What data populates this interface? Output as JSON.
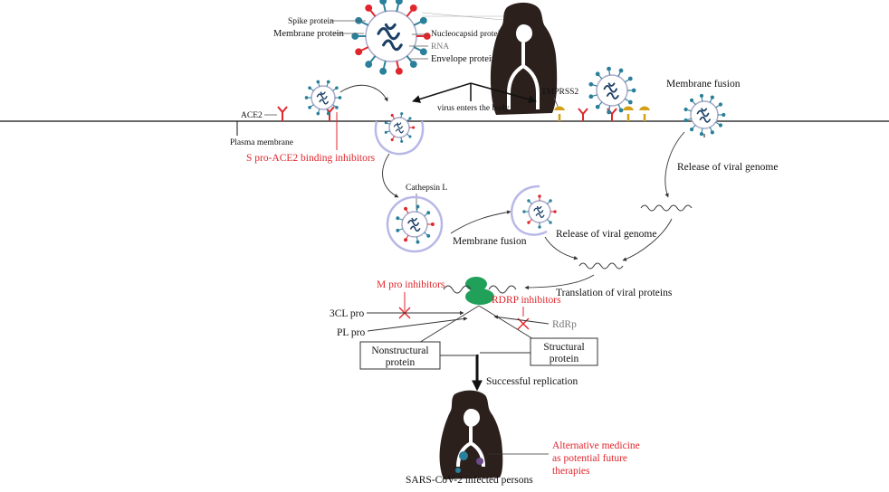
{
  "virion_labels": {
    "spike": "Spike protein",
    "membrane": "Membrane protein",
    "nucleocapsid": "Nucleocapsid protein",
    "rna": "RNA",
    "envelope": "Envelope protein"
  },
  "entry": {
    "virus_enters": "virus enters the body",
    "ace2": "ACE2",
    "plasma_membrane": "Plasma membrane",
    "tmprss2": "TMPRSS2",
    "membrane_fusion_top": "Membrane fusion",
    "release_right": "Release of viral genome",
    "cathepsin": "Cathepsin L",
    "membrane_fusion_mid": "Membrane fusion",
    "release_mid": "Release of viral genome",
    "translation": "Translation of viral proteins"
  },
  "inhibitors": {
    "s_pro": "S pro-ACE2 binding inhibitors",
    "m_pro": "M pro inhibitors",
    "rdrp": "RDRP inhibitors",
    "alternative_1": "Alternative medicine",
    "alternative_2": "as potential future",
    "alternative_3": "therapies"
  },
  "replication": {
    "cl3": "3CL pro",
    "pl": "PL pro",
    "rdrp_label": "RdRp",
    "nonstructural_1": "Nonstructural",
    "nonstructural_2": "protein",
    "structural_1": "Structural",
    "structural_2": "protein",
    "success": "Successful replication",
    "infected": "SARS-CoV-2 infected persons"
  },
  "colors": {
    "virus_teal": "#2a7f9a",
    "rna_navy": "#1c3f66",
    "receptor_red": "#e0262c",
    "tmprss2_gold": "#d4a017",
    "ribosome_green": "#21a05a",
    "vesicle_lavender": "#b8b8e8",
    "inhibitor_red": "#e0262c"
  }
}
